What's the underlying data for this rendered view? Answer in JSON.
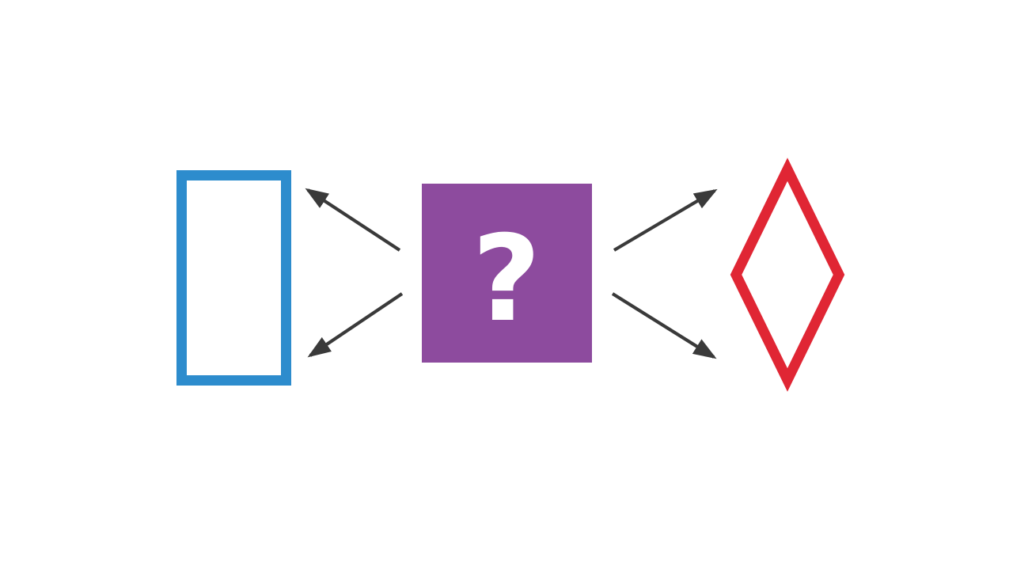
{
  "diagram": {
    "description": "shape analogy puzzle: rectangle, mystery square with question mark, diamond",
    "background_color": "#ffffff",
    "arrow_color": "#3a3a3a",
    "shapes": [
      {
        "name": "blue-rectangle",
        "type": "rectangle-outline",
        "color": "#2d8ccd",
        "fill": "#ffffff"
      },
      {
        "name": "purple-question-square",
        "type": "filled-square",
        "color": "#8d4b9e",
        "label": "?",
        "label_color": "#ffffff"
      },
      {
        "name": "red-diamond",
        "type": "diamond-outline",
        "color": "#e02634",
        "fill": "none"
      }
    ],
    "arrows": [
      {
        "name": "arrow-square-to-rectangle-top",
        "direction": "points-up-left"
      },
      {
        "name": "arrow-square-to-rectangle-bottom",
        "direction": "points-down-left"
      },
      {
        "name": "arrow-square-to-diamond-top",
        "direction": "points-up-right"
      },
      {
        "name": "arrow-square-to-diamond-bottom",
        "direction": "points-down-right"
      }
    ]
  }
}
